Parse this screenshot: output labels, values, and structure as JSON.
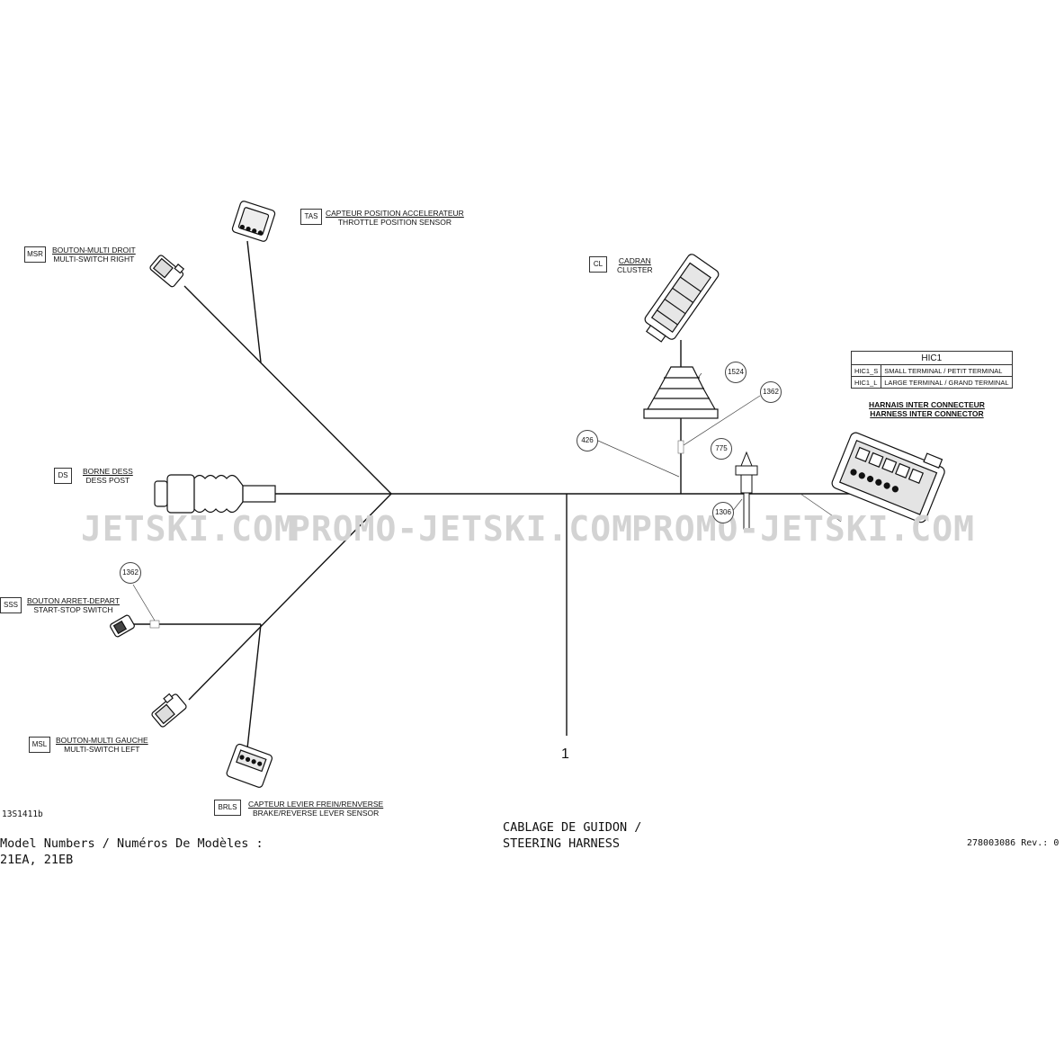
{
  "watermarks": [
    "JETSKI.COM",
    "PROMO-JETSKI.COM",
    "PROMO-JETSKI.COM"
  ],
  "components": {
    "tas": {
      "code": "TAS",
      "fr": "CAPTEUR POSITION ACCELERATEUR",
      "en": "THROTTLE POSITION SENSOR"
    },
    "msr": {
      "code": "MSR",
      "fr": "BOUTON-MULTI DROIT",
      "en": "MULTI-SWITCH RIGHT"
    },
    "cl": {
      "code": "CL",
      "fr": "CADRAN",
      "en": "CLUSTER"
    },
    "ds": {
      "code": "DS",
      "fr": "BORNE DESS",
      "en": "DESS POST"
    },
    "sss": {
      "code": "SSS",
      "fr": "BOUTON ARRET-DEPART",
      "en": "START-STOP SWITCH"
    },
    "msl": {
      "code": "MSL",
      "fr": "BOUTON-MULTI GAUCHE",
      "en": "MULTI-SWITCH LEFT"
    },
    "brls": {
      "code": "BRLS",
      "fr": "CAPTEUR LEVIER FREIN/RENVERSE",
      "en": "BRAKE/REVERSE LEVER SENSOR"
    },
    "hic": {
      "fr": "HARNAIS INTER CONNECTEUR",
      "en": "HARNESS INTER CONNECTOR"
    }
  },
  "hic_table": {
    "title": "HIC1",
    "rows": [
      {
        "code": "HIC1_S",
        "desc": "SMALL TERMINAL / PETIT TERMINAL"
      },
      {
        "code": "HIC1_L",
        "desc": "LARGE TERMINAL / GRAND TERMINAL"
      }
    ]
  },
  "callouts": {
    "c1524": "1524",
    "c1362_top": "1362",
    "c426": "426",
    "c775": "775",
    "c1306": "1306",
    "c1362_left": "1362"
  },
  "item_number": "1",
  "drawing_id": "13S1411b",
  "footer": {
    "model_label": "Model Numbers / Numéros De Modèles :",
    "models": "21EA, 21EB",
    "title_fr": "CABLAGE DE GUIDON /",
    "title_en": "STEERING HARNESS",
    "part_rev": "278003086 Rev.: 0"
  }
}
